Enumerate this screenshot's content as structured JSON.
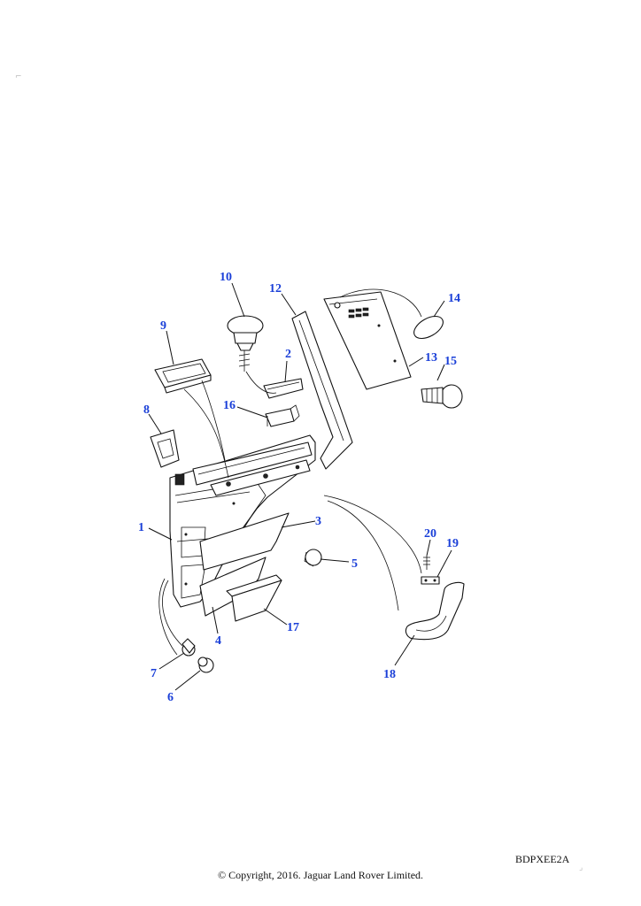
{
  "callouts": [
    {
      "id": "1",
      "label": "1"
    },
    {
      "id": "2",
      "label": "2"
    },
    {
      "id": "3",
      "label": "3"
    },
    {
      "id": "4",
      "label": "4"
    },
    {
      "id": "5",
      "label": "5"
    },
    {
      "id": "6",
      "label": "6"
    },
    {
      "id": "7",
      "label": "7"
    },
    {
      "id": "8",
      "label": "8"
    },
    {
      "id": "9",
      "label": "9"
    },
    {
      "id": "10",
      "label": "10"
    },
    {
      "id": "12",
      "label": "12"
    },
    {
      "id": "13",
      "label": "13"
    },
    {
      "id": "14",
      "label": "14"
    },
    {
      "id": "15",
      "label": "15"
    },
    {
      "id": "16",
      "label": "16"
    },
    {
      "id": "17",
      "label": "17"
    },
    {
      "id": "18",
      "label": "18"
    },
    {
      "id": "19",
      "label": "19"
    },
    {
      "id": "20",
      "label": "20"
    }
  ],
  "reference_code": "BDPXEE2A",
  "copyright": "© Copyright, 2016. Jaguar Land Rover Limited.",
  "colors": {
    "callout": "#1a3fd8",
    "line": "#111111",
    "background": "#ffffff"
  }
}
